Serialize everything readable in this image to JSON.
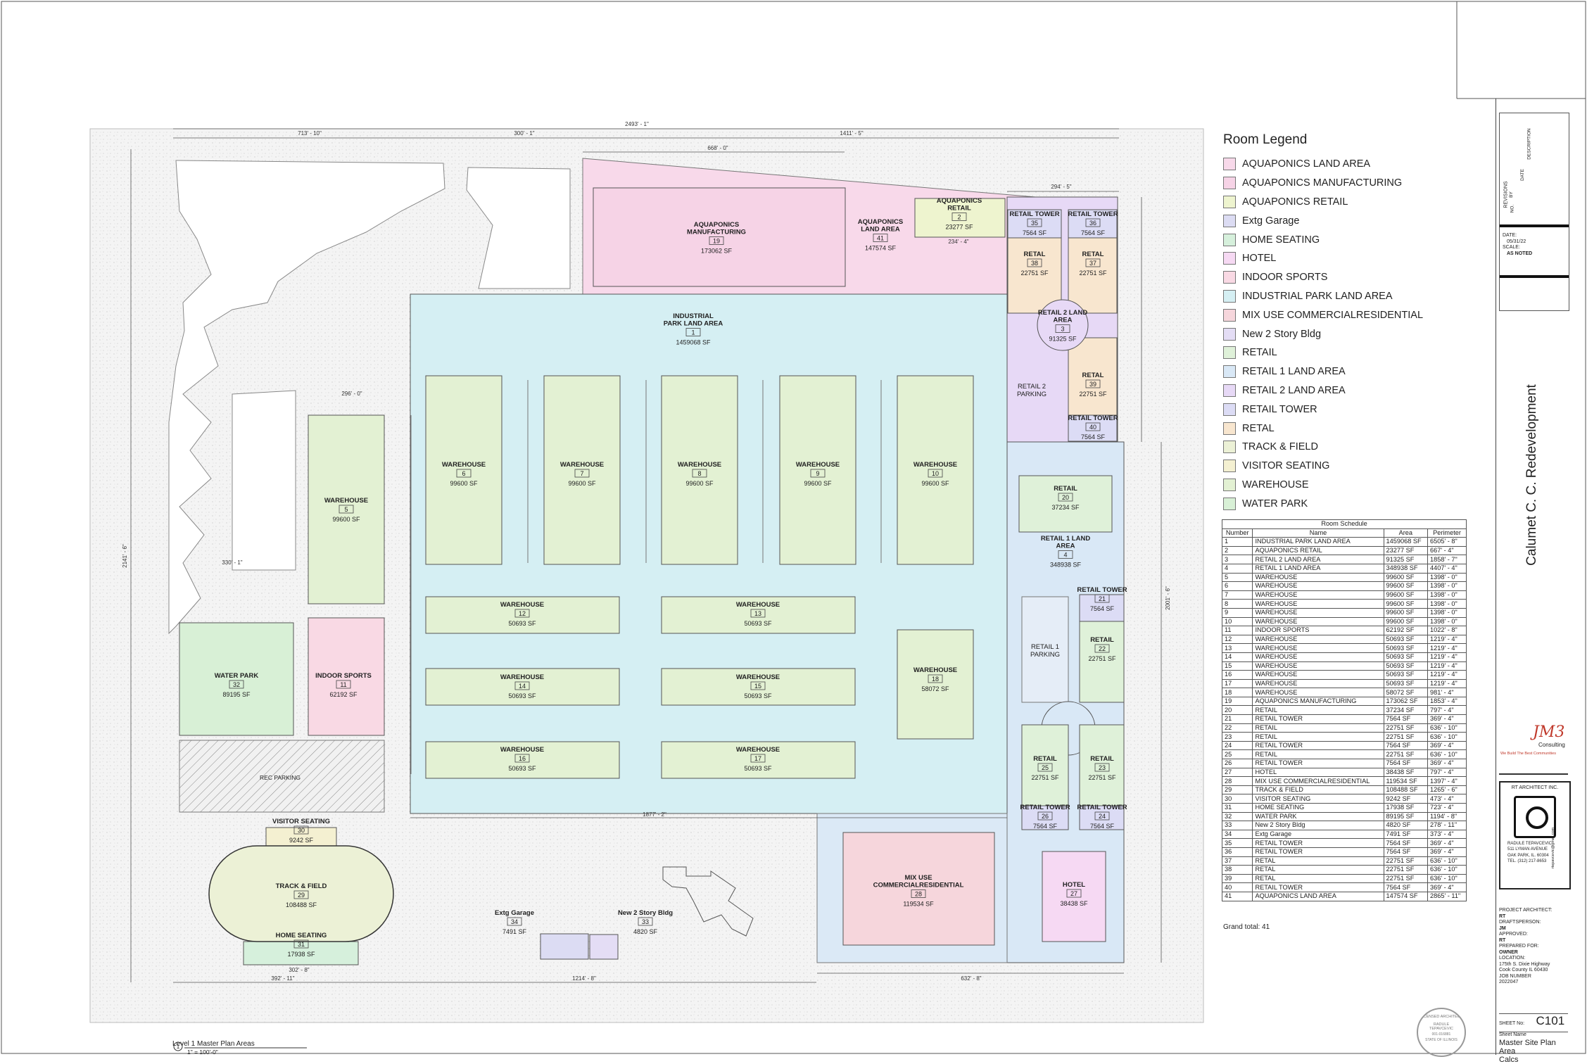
{
  "legend": {
    "title": "Room Legend",
    "items": [
      {
        "label": "AQUAPONICS LAND AREA",
        "color": "#f8d9ea"
      },
      {
        "label": "AQUAPONICS MANUFACTURING",
        "color": "#f6d3e6"
      },
      {
        "label": "AQUAPONICS RETAIL",
        "color": "#eef4cf"
      },
      {
        "label": "Extg Garage",
        "color": "#dcdcf3"
      },
      {
        "label": "HOME SEATING",
        "color": "#d6f0dc"
      },
      {
        "label": "HOTEL",
        "color": "#f6d9f3"
      },
      {
        "label": "INDOOR SPORTS",
        "color": "#f9d9e4"
      },
      {
        "label": "INDUSTRIAL PARK LAND AREA",
        "color": "#d5eff3"
      },
      {
        "label": "MIX USE COMMERCIALRESIDENTIAL",
        "color": "#f6d6dc"
      },
      {
        "label": "New 2 Story Bldg",
        "color": "#e4ddf5"
      },
      {
        "label": "RETAIL",
        "color": "#dff1d9"
      },
      {
        "label": "RETAIL 1 LAND AREA",
        "color": "#d9e8f6"
      },
      {
        "label": "RETAIL 2 LAND AREA",
        "color": "#e7d9f6"
      },
      {
        "label": "RETAIL TOWER",
        "color": "#dcdcf5"
      },
      {
        "label": "RETAL",
        "color": "#f8e6cf"
      },
      {
        "label": "TRACK & FIELD",
        "color": "#ecf1d6"
      },
      {
        "label": "VISITOR SEATING",
        "color": "#f4f0d1"
      },
      {
        "label": "WAREHOUSE",
        "color": "#e3f1d3"
      },
      {
        "label": "WATER PARK",
        "color": "#d8f0d6"
      }
    ]
  },
  "schedule": {
    "title": "Room Schedule",
    "headers": [
      "Number",
      "Name",
      "Area",
      "Perimeter"
    ],
    "rows": [
      [
        "1",
        "INDUSTRIAL PARK LAND AREA",
        "1459068 SF",
        "6505' - 8\""
      ],
      [
        "2",
        "AQUAPONICS RETAIL",
        "23277 SF",
        "667' - 4\""
      ],
      [
        "3",
        "RETAIL 2 LAND AREA",
        "91325 SF",
        "1858' - 7\""
      ],
      [
        "4",
        "RETAIL 1 LAND AREA",
        "348938 SF",
        "4407' - 4\""
      ],
      [
        "5",
        "WAREHOUSE",
        "99600 SF",
        "1398' - 0\""
      ],
      [
        "6",
        "WAREHOUSE",
        "99600 SF",
        "1398' - 0\""
      ],
      [
        "7",
        "WAREHOUSE",
        "99600 SF",
        "1398' - 0\""
      ],
      [
        "8",
        "WAREHOUSE",
        "99600 SF",
        "1398' - 0\""
      ],
      [
        "9",
        "WAREHOUSE",
        "99600 SF",
        "1398' - 0\""
      ],
      [
        "10",
        "WAREHOUSE",
        "99600 SF",
        "1398' - 0\""
      ],
      [
        "11",
        "INDOOR SPORTS",
        "62192 SF",
        "1022' - 8\""
      ],
      [
        "12",
        "WAREHOUSE",
        "50693 SF",
        "1219' - 4\""
      ],
      [
        "13",
        "WAREHOUSE",
        "50693 SF",
        "1219' - 4\""
      ],
      [
        "14",
        "WAREHOUSE",
        "50693 SF",
        "1219' - 4\""
      ],
      [
        "15",
        "WAREHOUSE",
        "50693 SF",
        "1219' - 4\""
      ],
      [
        "16",
        "WAREHOUSE",
        "50693 SF",
        "1219' - 4\""
      ],
      [
        "17",
        "WAREHOUSE",
        "50693 SF",
        "1219' - 4\""
      ],
      [
        "18",
        "WAREHOUSE",
        "58072 SF",
        "981' - 4\""
      ],
      [
        "19",
        "AQUAPONICS MANUFACTURING",
        "173062 SF",
        "1853' - 4\""
      ],
      [
        "20",
        "RETAIL",
        "37234 SF",
        "797' - 4\""
      ],
      [
        "21",
        "RETAIL TOWER",
        "7564 SF",
        "369' - 4\""
      ],
      [
        "22",
        "RETAIL",
        "22751 SF",
        "636' - 10\""
      ],
      [
        "23",
        "RETAIL",
        "22751 SF",
        "636' - 10\""
      ],
      [
        "24",
        "RETAIL TOWER",
        "7564 SF",
        "369' - 4\""
      ],
      [
        "25",
        "RETAIL",
        "22751 SF",
        "636' - 10\""
      ],
      [
        "26",
        "RETAIL TOWER",
        "7564 SF",
        "369' - 4\""
      ],
      [
        "27",
        "HOTEL",
        "38438 SF",
        "797' - 4\""
      ],
      [
        "28",
        "MIX USE COMMERCIALRESIDENTIAL",
        "119534 SF",
        "1397' - 4\""
      ],
      [
        "29",
        "TRACK & FIELD",
        "108488 SF",
        "1265' - 6\""
      ],
      [
        "30",
        "VISITOR SEATING",
        "9242 SF",
        "473' - 4\""
      ],
      [
        "31",
        "HOME SEATING",
        "17938 SF",
        "723' - 4\""
      ],
      [
        "32",
        "WATER PARK",
        "89195 SF",
        "1194' - 8\""
      ],
      [
        "33",
        "New 2 Story Bldg",
        "4820 SF",
        "278' - 11\""
      ],
      [
        "34",
        "Extg Garage",
        "7491 SF",
        "373' - 4\""
      ],
      [
        "35",
        "RETAIL TOWER",
        "7564 SF",
        "369' - 4\""
      ],
      [
        "36",
        "RETAIL TOWER",
        "7564 SF",
        "369' - 4\""
      ],
      [
        "37",
        "RETAL",
        "22751 SF",
        "636' - 10\""
      ],
      [
        "38",
        "RETAL",
        "22751 SF",
        "636' - 10\""
      ],
      [
        "39",
        "RETAL",
        "22751 SF",
        "636' - 10\""
      ],
      [
        "40",
        "RETAIL TOWER",
        "7564 SF",
        "369' - 4\""
      ],
      [
        "41",
        "AQUAPONICS LAND AREA",
        "147574 SF",
        "2865' - 11\""
      ]
    ],
    "grand_total": "Grand total: 41"
  },
  "plan": {
    "view_title": "Level 1 Master Plan Areas",
    "view_scale": "1\" = 100'-0\"",
    "view_number": "1",
    "rooms": [
      {
        "name": "INDUSTRIAL\nPARK LAND AREA",
        "num": "1",
        "area": "1459068 SF"
      },
      {
        "name": "AQUAPONICS\nMANUFACTURING",
        "num": "19",
        "area": "173062 SF"
      },
      {
        "name": "AQUAPONICS\nLAND AREA",
        "num": "41",
        "area": "147574 SF"
      },
      {
        "name": "AQUAPONICS\nRETAIL",
        "num": "2",
        "area": "23277 SF"
      },
      {
        "name": "RETAIL TOWER",
        "num": "35",
        "area": "7564 SF"
      },
      {
        "name": "RETAIL TOWER",
        "num": "36",
        "area": "7564 SF"
      },
      {
        "name": "RETAL",
        "num": "38",
        "area": "22751 SF"
      },
      {
        "name": "RETAL",
        "num": "37",
        "area": "22751 SF"
      },
      {
        "name": "RETAIL 2 LAND\nAREA",
        "num": "3",
        "area": "91325 SF"
      },
      {
        "name": "RETAL",
        "num": "39",
        "area": "22751 SF"
      },
      {
        "name": "RETAIL TOWER",
        "num": "40",
        "area": "7564 SF"
      },
      {
        "name": "WAREHOUSE",
        "num": "6",
        "area": "99600 SF"
      },
      {
        "name": "WAREHOUSE",
        "num": "7",
        "area": "99600 SF"
      },
      {
        "name": "WAREHOUSE",
        "num": "8",
        "area": "99600 SF"
      },
      {
        "name": "WAREHOUSE",
        "num": "9",
        "area": "99600 SF"
      },
      {
        "name": "WAREHOUSE",
        "num": "10",
        "area": "99600 SF"
      },
      {
        "name": "WAREHOUSE",
        "num": "5",
        "area": "99600 SF"
      },
      {
        "name": "WAREHOUSE",
        "num": "12",
        "area": "50693 SF"
      },
      {
        "name": "WAREHOUSE",
        "num": "13",
        "area": "50693 SF"
      },
      {
        "name": "WAREHOUSE",
        "num": "14",
        "area": "50693 SF"
      },
      {
        "name": "WAREHOUSE",
        "num": "15",
        "area": "50693 SF"
      },
      {
        "name": "WAREHOUSE",
        "num": "16",
        "area": "50693 SF"
      },
      {
        "name": "WAREHOUSE",
        "num": "17",
        "area": "50693 SF"
      },
      {
        "name": "WAREHOUSE",
        "num": "18",
        "area": "58072 SF"
      },
      {
        "name": "RETAIL",
        "num": "20",
        "area": "37234 SF"
      },
      {
        "name": "RETAIL 1 LAND\nAREA",
        "num": "4",
        "area": "348938 SF"
      },
      {
        "name": "RETAIL TOWER",
        "num": "21",
        "area": "7564 SF"
      },
      {
        "name": "RETAIL",
        "num": "22",
        "area": "22751 SF"
      },
      {
        "name": "RETAIL",
        "num": "25",
        "area": "22751 SF"
      },
      {
        "name": "RETAIL",
        "num": "23",
        "area": "22751 SF"
      },
      {
        "name": "RETAIL TOWER",
        "num": "26",
        "area": "7564 SF"
      },
      {
        "name": "RETAIL TOWER",
        "num": "24",
        "area": "7564 SF"
      },
      {
        "name": "HOTEL",
        "num": "27",
        "area": "38438 SF"
      },
      {
        "name": "MIX USE\nCOMMERCIALRESIDENTIAL",
        "num": "28",
        "area": "119534 SF"
      },
      {
        "name": "WATER PARK",
        "num": "32",
        "area": "89195 SF"
      },
      {
        "name": "INDOOR SPORTS",
        "num": "11",
        "area": "62192 SF"
      },
      {
        "name": "VISITOR SEATING",
        "num": "30",
        "area": "9242 SF"
      },
      {
        "name": "TRACK & FIELD",
        "num": "29",
        "area": "108488 SF"
      },
      {
        "name": "HOME SEATING",
        "num": "31",
        "area": "17938 SF"
      },
      {
        "name": "Extg Garage",
        "num": "34",
        "area": "7491 SF"
      },
      {
        "name": "New 2 Story Bldg",
        "num": "33",
        "area": "4820 SF"
      }
    ],
    "labels": {
      "retail2_parking": "RETAIL 2\nPARKING",
      "retail1_parking": "RETAIL 1\nPARKING",
      "rec_parking": "REC PARKING"
    },
    "dims": [
      "2493' - 1\"",
      "713' - 10\"",
      "300' - 1\"",
      "1411' - 5\"",
      "668' - 0\"",
      "294' - 5\"",
      "234' - 4\"",
      "296' - 0\"",
      "330' - 1\"",
      "1877' - 2\"",
      "1214' - 8\"",
      "392' - 11\"",
      "302' - 8\"",
      "632' - 8\"",
      "2141' - 6\"",
      "2001' - 6\""
    ]
  },
  "titleblock": {
    "project_title": "Calumet C. C. Redevelopment",
    "revisions_label": "REVISIONS",
    "rev_cols": [
      "NO.",
      "BY",
      "DATE",
      "DESCRIPTION"
    ],
    "date_label": "DATE:",
    "date": "05/31/22",
    "scale_label": "SCALE:",
    "scale": "AS NOTED",
    "logo1": "JM3",
    "logo1_sub1": "Consulting",
    "logo1_sub2": "We Build The Best Communities",
    "firm": "RT ARCHITECT INC.",
    "firm_person": "RADULE TEPAVCEVIC",
    "firm_addr1": "511 LYMAN AVENUE",
    "firm_addr2": "OAK PARK, IL. 60304",
    "firm_tel": "TEL. (312) 217-8653",
    "firm_email": "rtepavcevic@gmail.com",
    "project_architect_label": "PROJECT ARCHITECT:",
    "project_architect": "RT",
    "draftsperson_label": "DRAFTSPERSON:",
    "draftsperson": "JM",
    "approved_label": "APPROVED:",
    "approved": "RT",
    "prepared_for_label": "PREPARED FOR:",
    "prepared_for": "OWNER",
    "location_label": "LOCATION:",
    "location1": "175th S. Dixie Highway",
    "location2": "Cook County IL 60430",
    "job_label": "JOB NUMBER",
    "job": "2022047",
    "sheet_no_label": "SHEET No:",
    "sheet_no": "C101",
    "sheet_name_label": "Sheet Name",
    "sheet_name": "Master Site Plan Area\nCalcs",
    "seal_text": "LICENSED ARCHITECT",
    "seal_name": "RADULE\nTEPAVCEVIC",
    "seal_num": "001-016881",
    "seal_state": "STATE OF ILLINOIS"
  }
}
